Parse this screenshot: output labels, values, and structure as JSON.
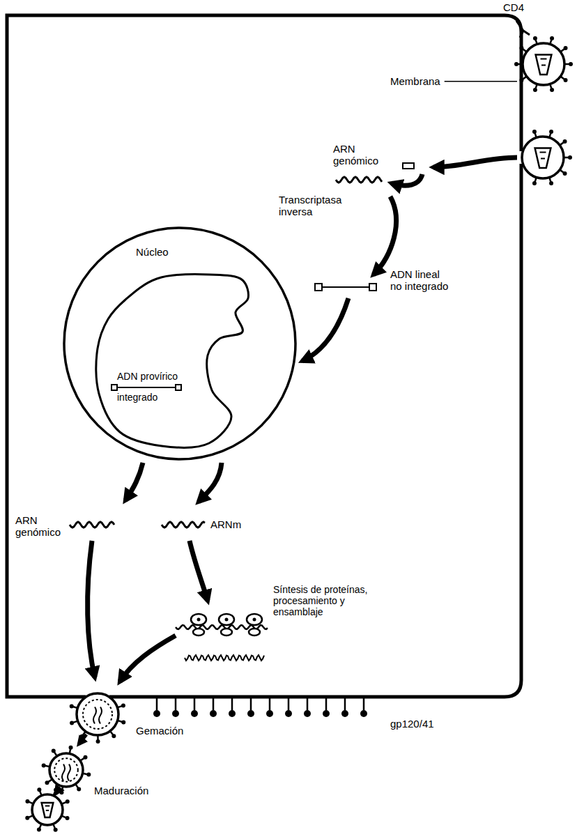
{
  "diagram": {
    "nodes": [
      {
        "text": [
          "Membrana"
        ]
      },
      {
        "text": [
          "Núcleo",
          "ADN provírico integrado"
        ],
        "in": 0
      }
    ],
    "labels": [
      "CD4",
      "ARN genómico",
      "Transcriptasa inversa",
      "ADN lineal no integrado",
      "ARN genómico",
      "ARNm",
      "Síntesis de proteínas, procesamiento y ensamblaje",
      "Gemación",
      "gp120/41",
      "Maduración"
    ]
  }
}
